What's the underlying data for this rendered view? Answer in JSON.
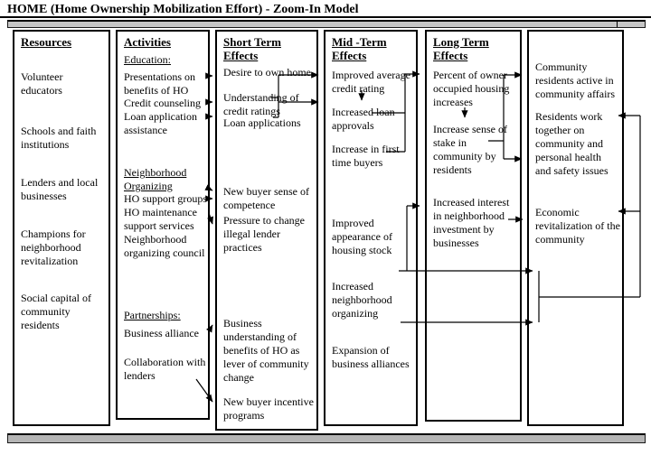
{
  "title": "HOME (Home Ownership Mobilization Effort) - Zoom-In Model",
  "colors": {
    "bar_fill": "#c6c6c6",
    "line": "#000000",
    "background": "#ffffff",
    "text": "#000000"
  },
  "columns": [
    {
      "header": "Resources",
      "items": [
        "Volunteer educators",
        "Schools and faith institutions",
        "Lenders and local businesses",
        "Champions for neighborhood revitalization",
        "Social capital of community residents"
      ]
    },
    {
      "header": "Activities",
      "items": [
        "Education:",
        "Presentations on benefits of HO",
        "Credit counseling",
        "Loan application assistance",
        "Neighborhood Organizing",
        "HO support groups",
        "HO maintenance support services",
        "Neighborhood organizing council",
        "Partnerships:",
        "Business alliance",
        "Collaboration with lenders"
      ]
    },
    {
      "header": "Short Term Effects",
      "items": [
        "Desire to own home",
        "Understanding of credit ratings",
        "Loan applications",
        "New buyer sense of competence",
        "Pressure to change illegal lender practices",
        "Business understanding of benefits of HO as lever of community change",
        "New buyer incentive programs"
      ]
    },
    {
      "header": "Mid -Term Effects",
      "items": [
        "Improved average credit rating",
        "Increased loan approvals",
        "Increase in first time buyers",
        "Improved appearance of housing stock",
        "Increased neighborhood organizing",
        "Expansion of business alliances"
      ]
    },
    {
      "header": "Long Term Effects",
      "items": [
        "Percent of owner occupied housing increases",
        "Increase sense of stake in community by residents",
        "Increased interest in neighborhood investment by businesses"
      ]
    },
    {
      "header": "",
      "items": [
        "Community residents active in community affairs",
        "Residents work together on community and personal health and safety issues",
        "Economic revitalization of the community"
      ]
    }
  ]
}
